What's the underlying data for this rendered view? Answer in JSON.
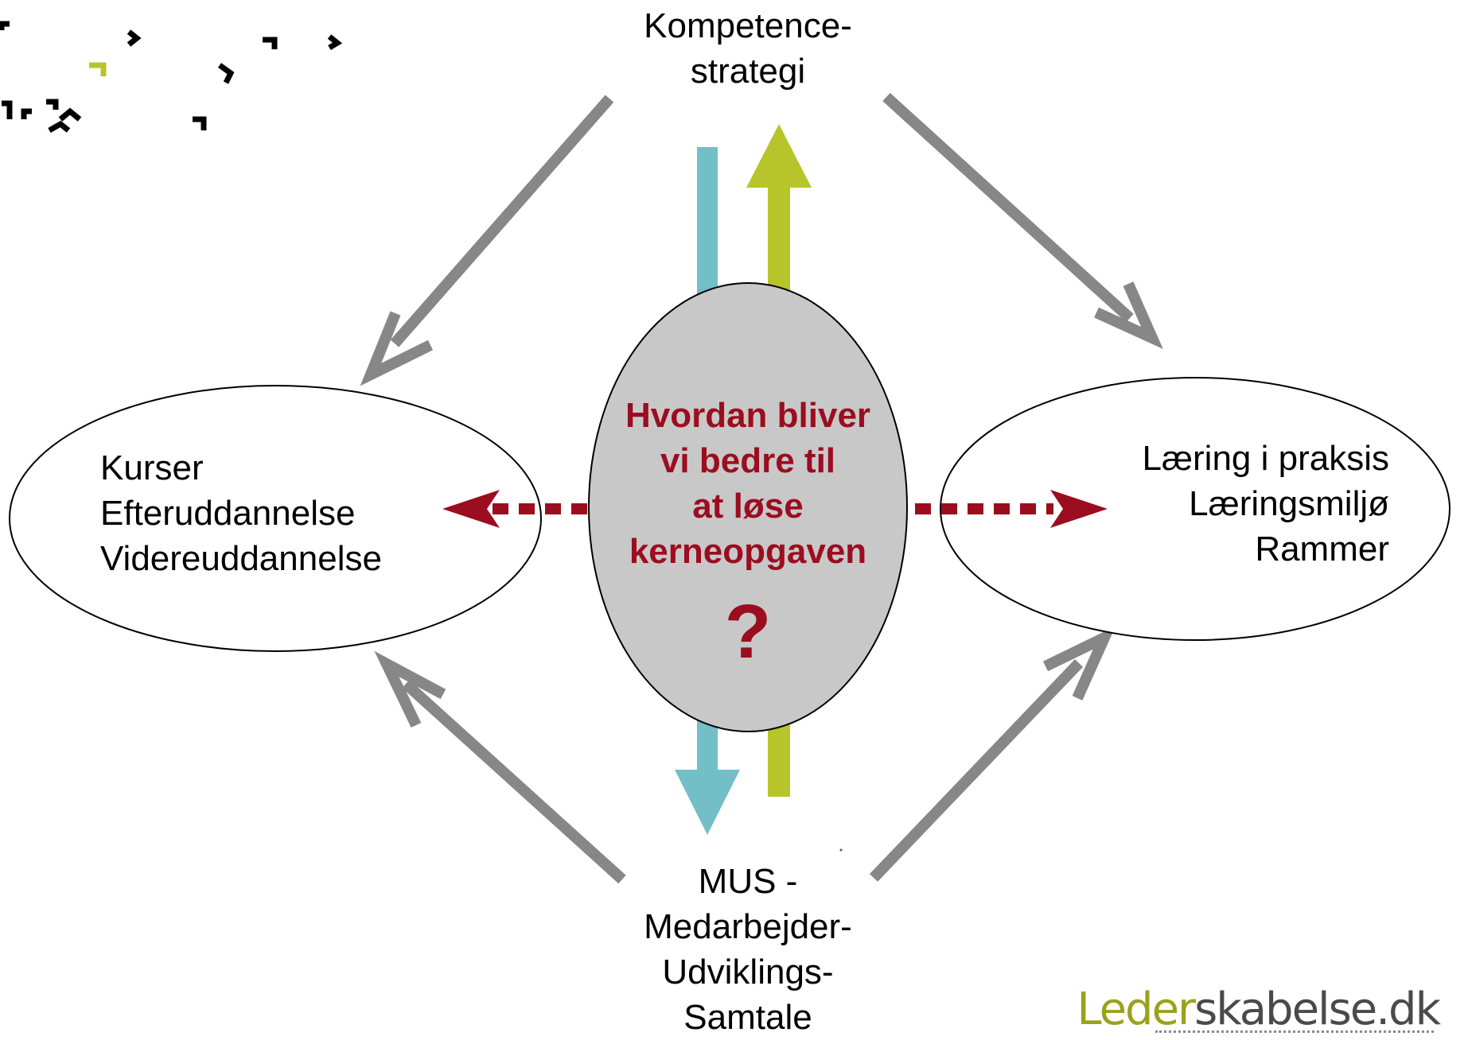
{
  "top_node": {
    "lines": [
      "Kompetence-",
      "strategi"
    ]
  },
  "left_node": {
    "lines": [
      "Kurser",
      "Efteruddannelse",
      "Videreuddannelse"
    ]
  },
  "right_node": {
    "lines": [
      "Læring i praksis",
      "Læringsmiljø",
      "Rammer"
    ]
  },
  "bottom_node": {
    "lines": [
      "MUS -",
      "Medarbejder-",
      "Udviklings-",
      "Samtale"
    ]
  },
  "center_node": {
    "lines": [
      "Hvordan bliver",
      "vi bedre til",
      "at løse",
      "kerneopgaven"
    ],
    "mark": "?"
  },
  "logo": {
    "part1": "Leder",
    "part2": "skabelse.dk"
  },
  "colors": {
    "gray_arrow": "#878787",
    "teal_arrow": "#72bfc8",
    "green_arrow": "#b7c52a",
    "red_dotted": "#9b0d1f",
    "center_fill": "#c8c8c8",
    "logo_green": "#9aa21c",
    "logo_gray": "#4a4a4a"
  }
}
